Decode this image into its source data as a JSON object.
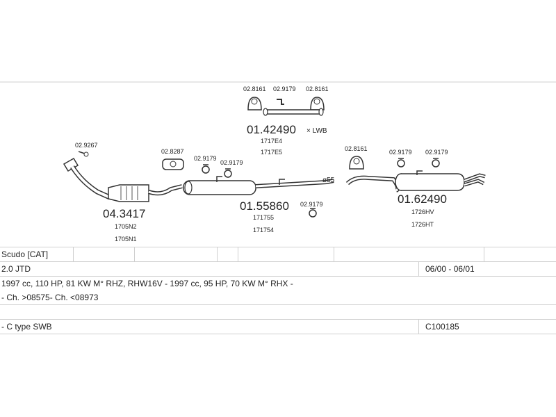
{
  "parts": {
    "clamp_a": "02.8161",
    "clamp_b": "02.9179",
    "clamp_c": "02.8161",
    "mid_pipe": "01.42490",
    "mid_pipe_suffix": "× LWB",
    "mid_ref1": "1717E4",
    "mid_ref2": "1717E5",
    "front_clamp": "02.9267",
    "cat_conv": "04.3417",
    "cat_ref1": "1705N2",
    "cat_ref2": "1705N1",
    "mount_a": "02.8287",
    "mount_b": "02.9179",
    "mount_c": "02.9179",
    "centre_silencer": "01.55860",
    "centre_ref1": "171755",
    "centre_ref2": "171754",
    "centre_mount": "02.9179",
    "diameter_label": "ø55",
    "rear_clamp": "02.8161",
    "rear_mount_a": "02.9179",
    "rear_mount_b": "02.9179",
    "rear_silencer": "01.62490",
    "rear_ref1": "1726HV",
    "rear_ref2": "1726HT"
  },
  "table": {
    "model": "Scudo  [CAT]",
    "engine": "2.0 JTD",
    "dates": "06/00 - 06/01",
    "spec": "1997 cc, 110 HP, 81 KW M° RHZ, RHW16V - 1997 cc, 95 HP, 70 KW M° RHX -",
    "chassis": "- Ch. >08575- Ch. <08973",
    "variant": "- C type SWB",
    "code": "C100185"
  },
  "colors": {
    "line": "#cfcfcf",
    "drawing": "#333333"
  }
}
